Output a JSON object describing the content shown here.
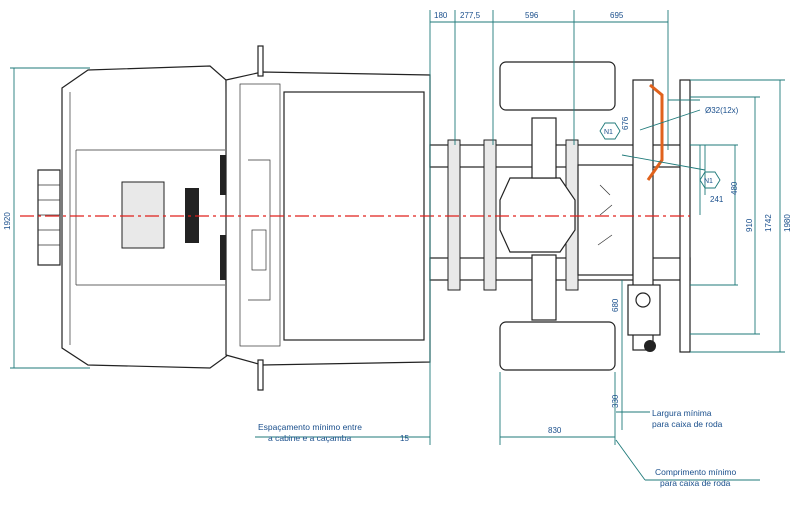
{
  "dimensions": {
    "top": [
      "180",
      "277,5",
      "596",
      "695"
    ],
    "left_width": "1920",
    "right_widths": [
      "910",
      "1742",
      "1980"
    ],
    "spec_480": "480",
    "spec_241": "241",
    "spec_676": "676",
    "hole_spec": "Ø32(12x)",
    "bottom_830": "830",
    "vertical_680": "680",
    "vertical_330": "330",
    "gap_15": "15"
  },
  "note_markers": [
    "N1",
    "N1"
  ],
  "labels": {
    "cab_gap_line1": "Espaçamento mínimo entre",
    "cab_gap_line2": "a cabine e a caçamba",
    "min_width_line1": "Largura mínima",
    "min_width_line2": "para caixa de roda",
    "min_length_line1": "Comprimento mínimo",
    "min_length_line2": "para caixa de roda"
  },
  "colors": {
    "dimension_line": "#1f7a7a",
    "centerline": "#e0201c",
    "text": "#1a4f8c"
  }
}
